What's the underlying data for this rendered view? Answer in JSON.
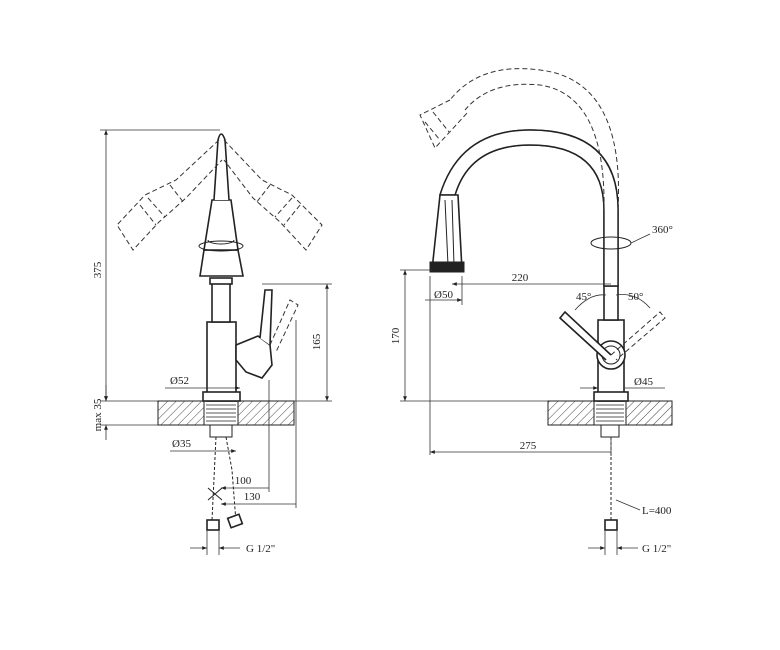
{
  "left_view": {
    "dim_height": "375",
    "dim_deck": "max 35",
    "dim_base": "Ø52",
    "dim_body": "165",
    "dim_thread_dia": "Ø35",
    "dim_reach_inner": "100",
    "dim_reach_outer": "130",
    "dim_connection": "G 1/2\""
  },
  "right_view": {
    "dim_rotation": "360°",
    "dim_spout_reach": "220",
    "dim_head": "Ø50",
    "dim_angle_left": "45°",
    "dim_angle_right": "50°",
    "dim_height": "170",
    "dim_base": "Ø45",
    "dim_total_reach": "275",
    "dim_hose_length": "L=400",
    "dim_connection": "G 1/2\""
  }
}
